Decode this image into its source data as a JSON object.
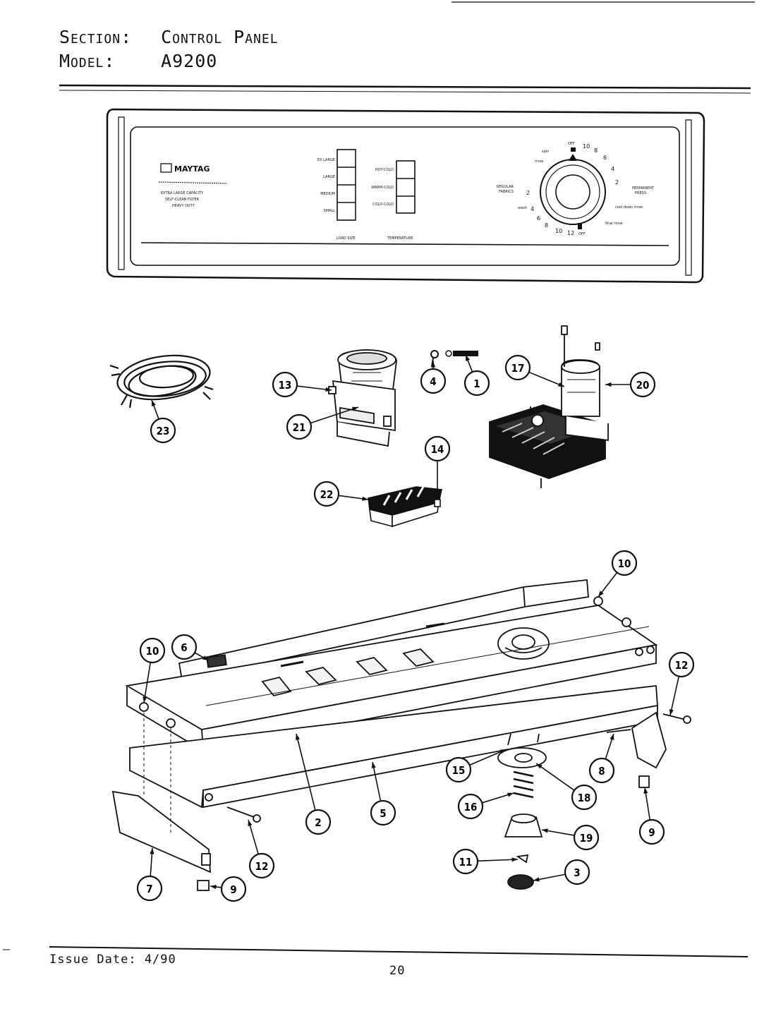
{
  "header": {
    "section_label": "Section:",
    "section_value": "Control Panel",
    "model_label": "Model:",
    "model_value": "A9200"
  },
  "panel": {
    "brand": "MAYTAG",
    "features": [
      "EXTRA LARGE CAPACITY",
      "SELF-CLEAN FILTER",
      "HEAVY DUTY"
    ],
    "load_size": {
      "title": "LOAD SIZE",
      "options": [
        "EX LARGE",
        "LARGE",
        "MEDIUM",
        "SMALL"
      ]
    },
    "temperature": {
      "title": "TEMPERATURE",
      "options": [
        "HOT-COLD",
        "WARM-COLD",
        "COLD-COLD"
      ]
    },
    "dial": {
      "left_label_1": "REGULAR",
      "left_label_2": "FABRICS",
      "right_label_1": "PERMANENT",
      "right_label_2": "PRESS",
      "spin": "spin",
      "rinse": "rinse",
      "wash": "wash",
      "cool_down_rinse": "cool down rinse",
      "final_rinse": "final rinse",
      "off_top": "OFF",
      "off_bottom": "OFF",
      "numbers_top": [
        "10",
        "8",
        "6",
        "4",
        "2"
      ],
      "numbers_left": [
        "2",
        "4",
        "6",
        "8",
        "10",
        "12"
      ]
    }
  },
  "callouts": [
    "23",
    "13",
    "21",
    "4",
    "1",
    "17",
    "20",
    "14",
    "22",
    "10",
    "6",
    "10",
    "12",
    "2",
    "5",
    "15",
    "18",
    "8",
    "16",
    "9",
    "19",
    "11",
    "3",
    "7",
    "12",
    "9"
  ],
  "footer": {
    "issue_date": "Issue Date: 4/90",
    "page_number": "20"
  }
}
